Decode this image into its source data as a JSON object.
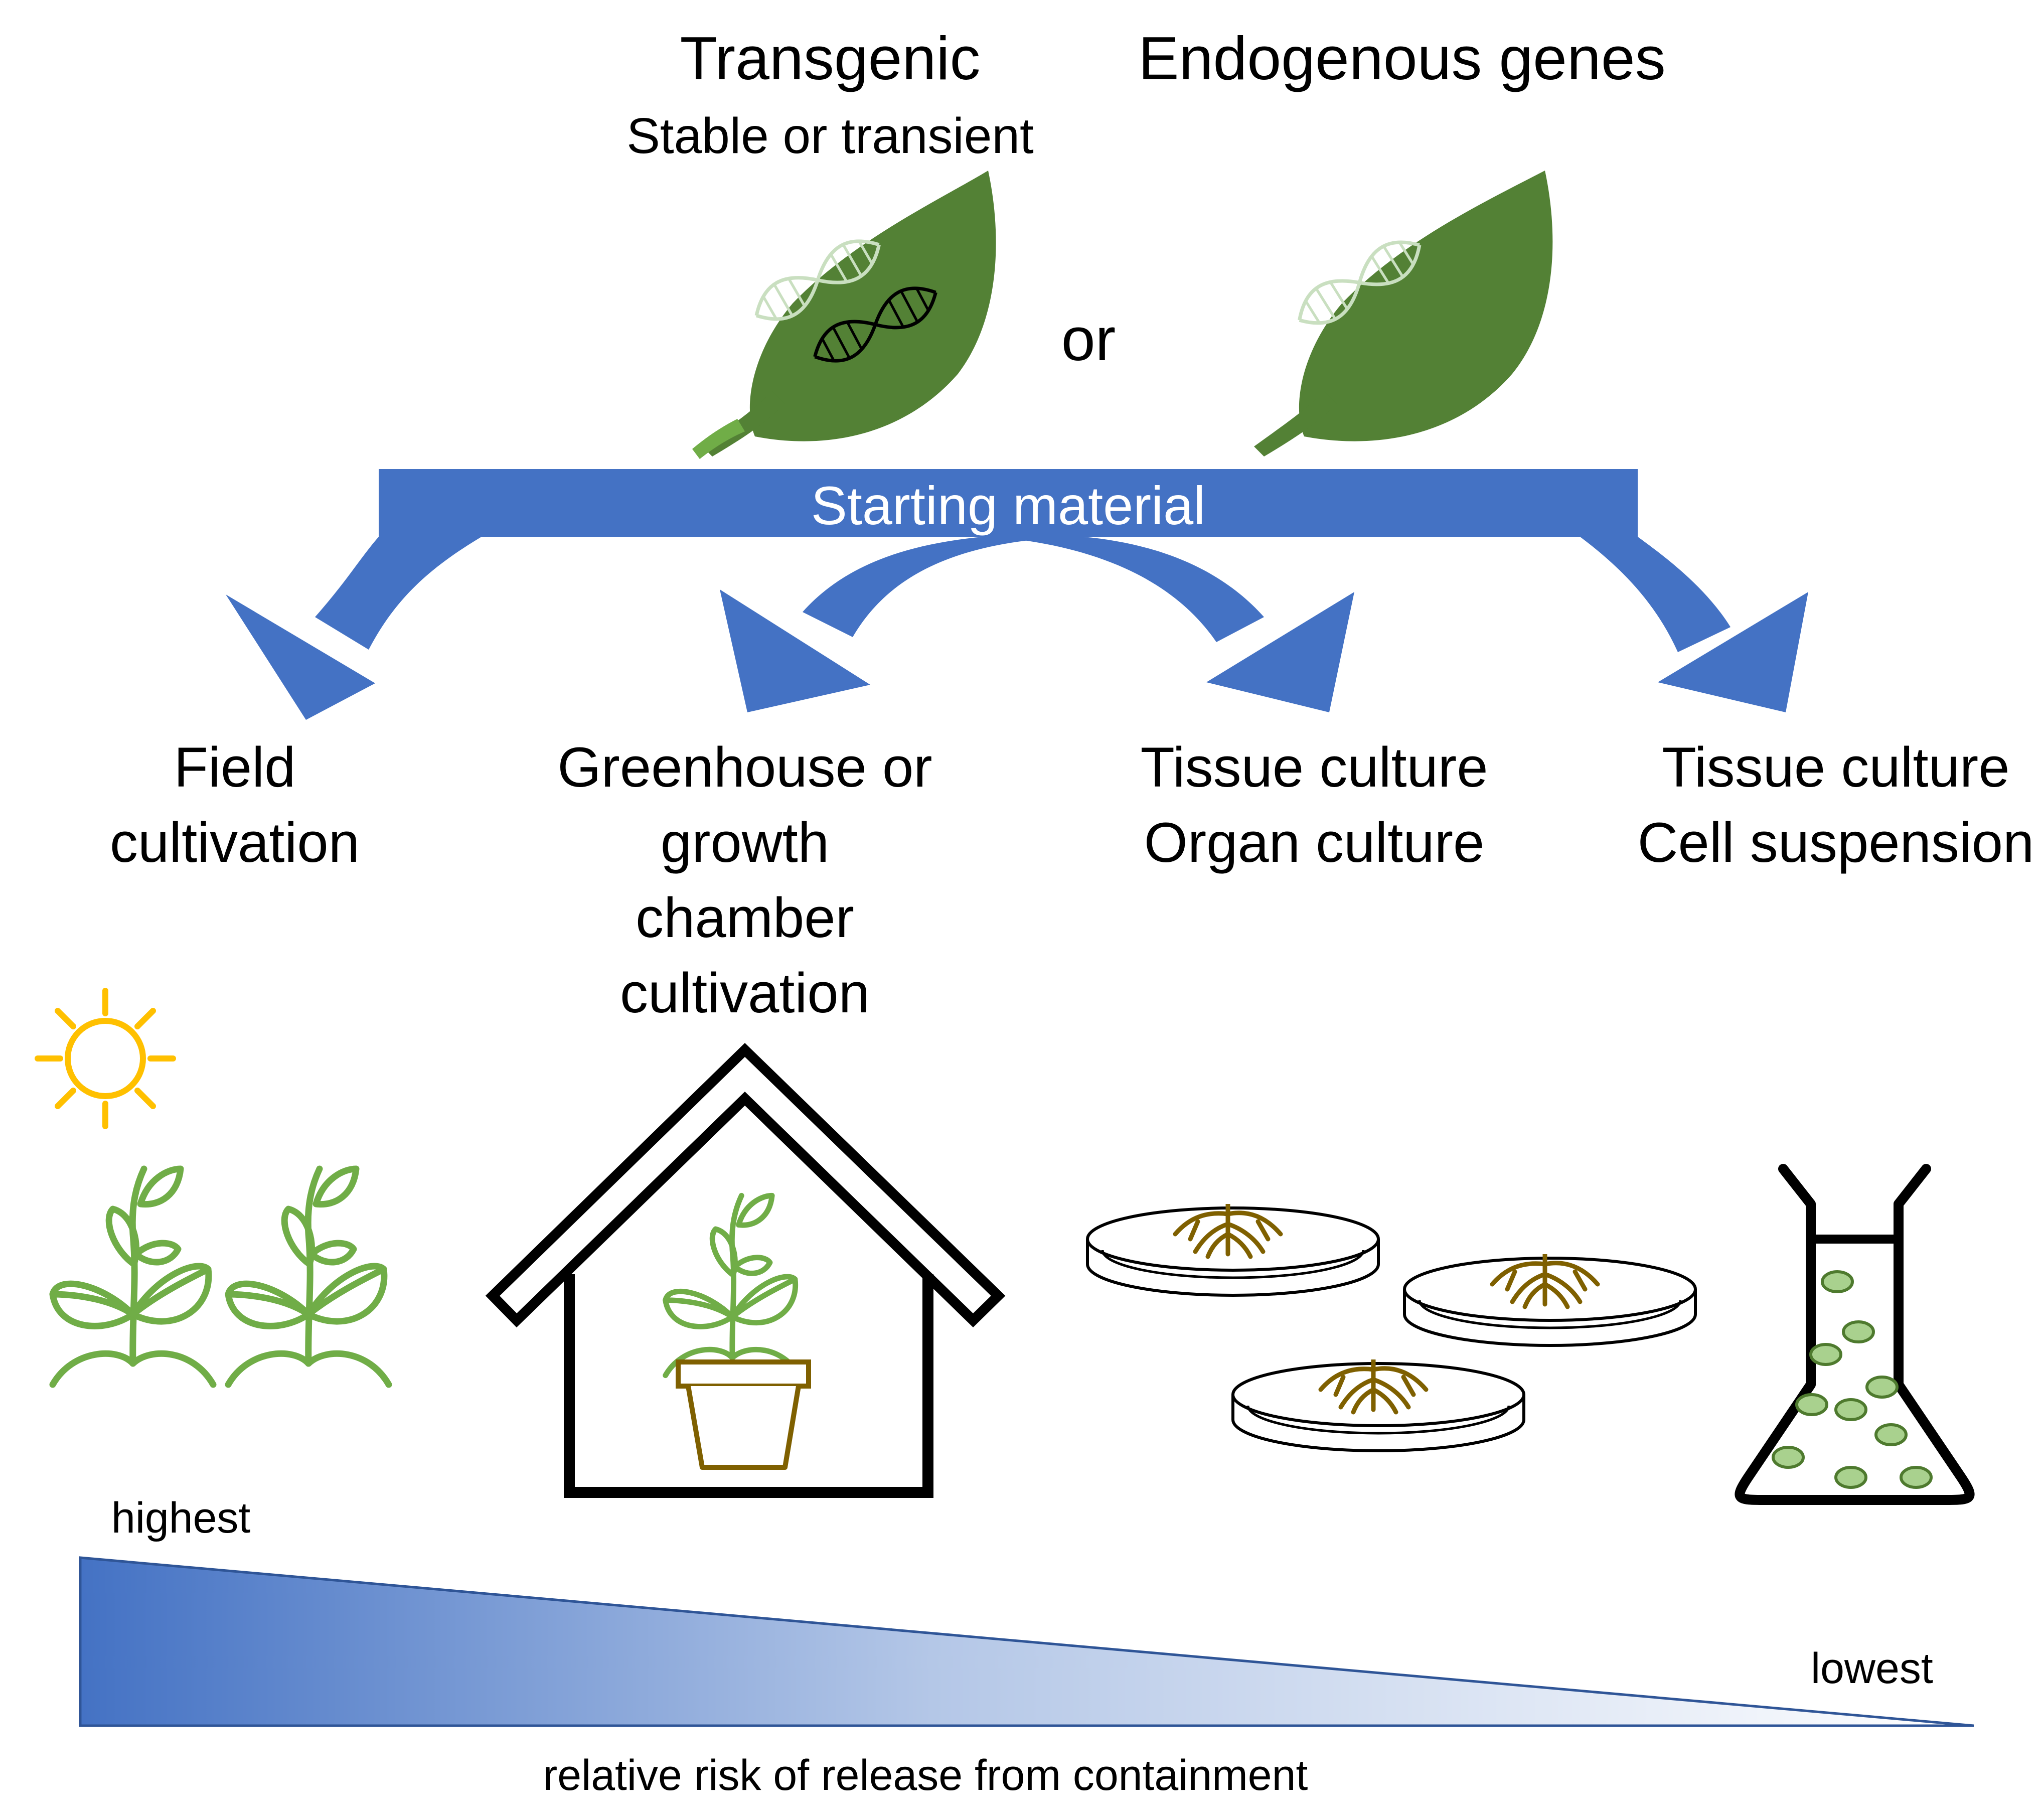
{
  "header": {
    "transgenic_title": "Transgenic",
    "transgenic_subtitle": "Stable or transient",
    "or_label": "or",
    "endogenous_title": "Endogenous genes"
  },
  "banner": {
    "label": "Starting material"
  },
  "destinations": [
    {
      "line1": "Field",
      "line2": "cultivation"
    },
    {
      "line1": "Greenhouse or",
      "line2": "growth",
      "line3": "chamber",
      "line4": "cultivation"
    },
    {
      "line1": "Tissue culture",
      "line2": "Organ culture"
    },
    {
      "line1": "Tissue culture",
      "line2": "Cell suspension"
    }
  ],
  "risk_scale": {
    "high_label": "highest",
    "low_label": "lowest",
    "axis_label": "relative risk of release from containment"
  },
  "icons": [
    "leaf-with-transgene-dna-icon",
    "leaf-with-endogenous-dna-icon",
    "sun-icon",
    "field-plants-icon",
    "greenhouse-icon",
    "potted-plant-icon",
    "petri-dish-icon",
    "erlenmeyer-flask-icon"
  ],
  "colors": {
    "banner_blue": "#4472C4",
    "leaf_green": "#538135",
    "plant_green": "#70AD47",
    "sun_yellow": "#FFC000",
    "root_brown": "#7F6000",
    "cell_green": "#A9D18E"
  }
}
